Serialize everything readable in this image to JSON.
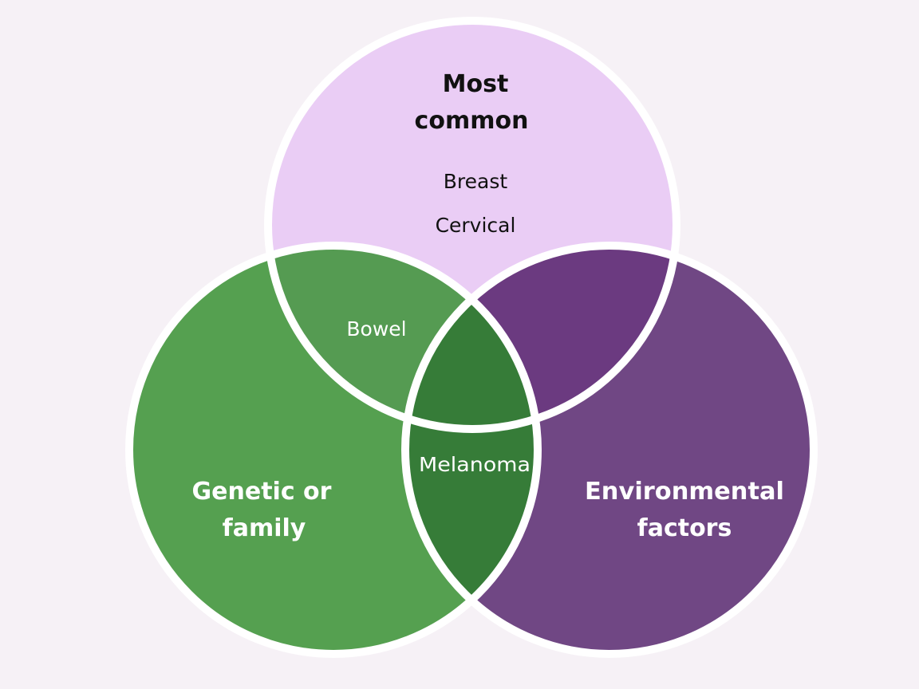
{
  "diagram": {
    "sets": {
      "top": {
        "title_lines": [
          "Most",
          "common"
        ],
        "items": [
          "Breast",
          "Cervical"
        ],
        "fill": "#eacdf5",
        "text_color": "#111111"
      },
      "left": {
        "title_lines": [
          "Genetic or",
          "family"
        ],
        "fill": "#55a050",
        "text_color": "#ffffff"
      },
      "right": {
        "title_lines": [
          "Environmental",
          "factors"
        ],
        "fill": "#704784",
        "text_color": "#ffffff"
      }
    },
    "overlaps": {
      "top_left": {
        "label": "Bowel",
        "fill": "#559b52",
        "text_color": "#ffffff"
      },
      "top_right": {
        "fill": "#6b3a80"
      },
      "left_right": {
        "label": "Melanoma",
        "fill": "#367c38",
        "text_color": "#ffffff"
      },
      "center": {
        "fill": "#367c38"
      }
    },
    "outline_color": "#ffffff",
    "background": "#f6f1f6"
  }
}
